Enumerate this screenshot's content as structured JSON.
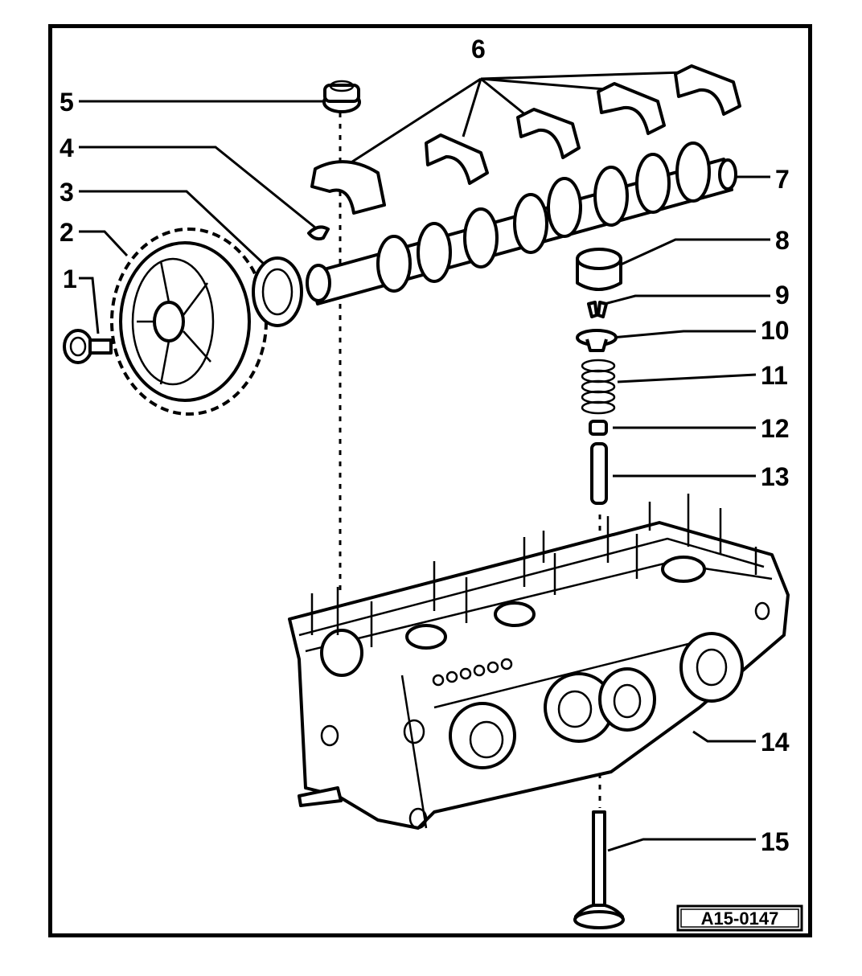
{
  "callouts": [
    "1",
    "2",
    "3",
    "4",
    "5",
    "6",
    "7",
    "8",
    "9",
    "10",
    "11",
    "12",
    "13",
    "14",
    "15"
  ],
  "reference_code": "A15-0147",
  "parts": [
    "bolt-icon",
    "camshaft-sprocket-icon",
    "oil-seal-icon",
    "woodruff-key-icon",
    "nut-icon",
    "bearing-cap-icon",
    "camshaft-icon",
    "bucket-tappet-icon",
    "valve-cotters-icon",
    "spring-seat-icon",
    "valve-spring-icon",
    "stem-seal-icon",
    "valve-guide-icon",
    "cylinder-head-icon",
    "valve-icon"
  ]
}
